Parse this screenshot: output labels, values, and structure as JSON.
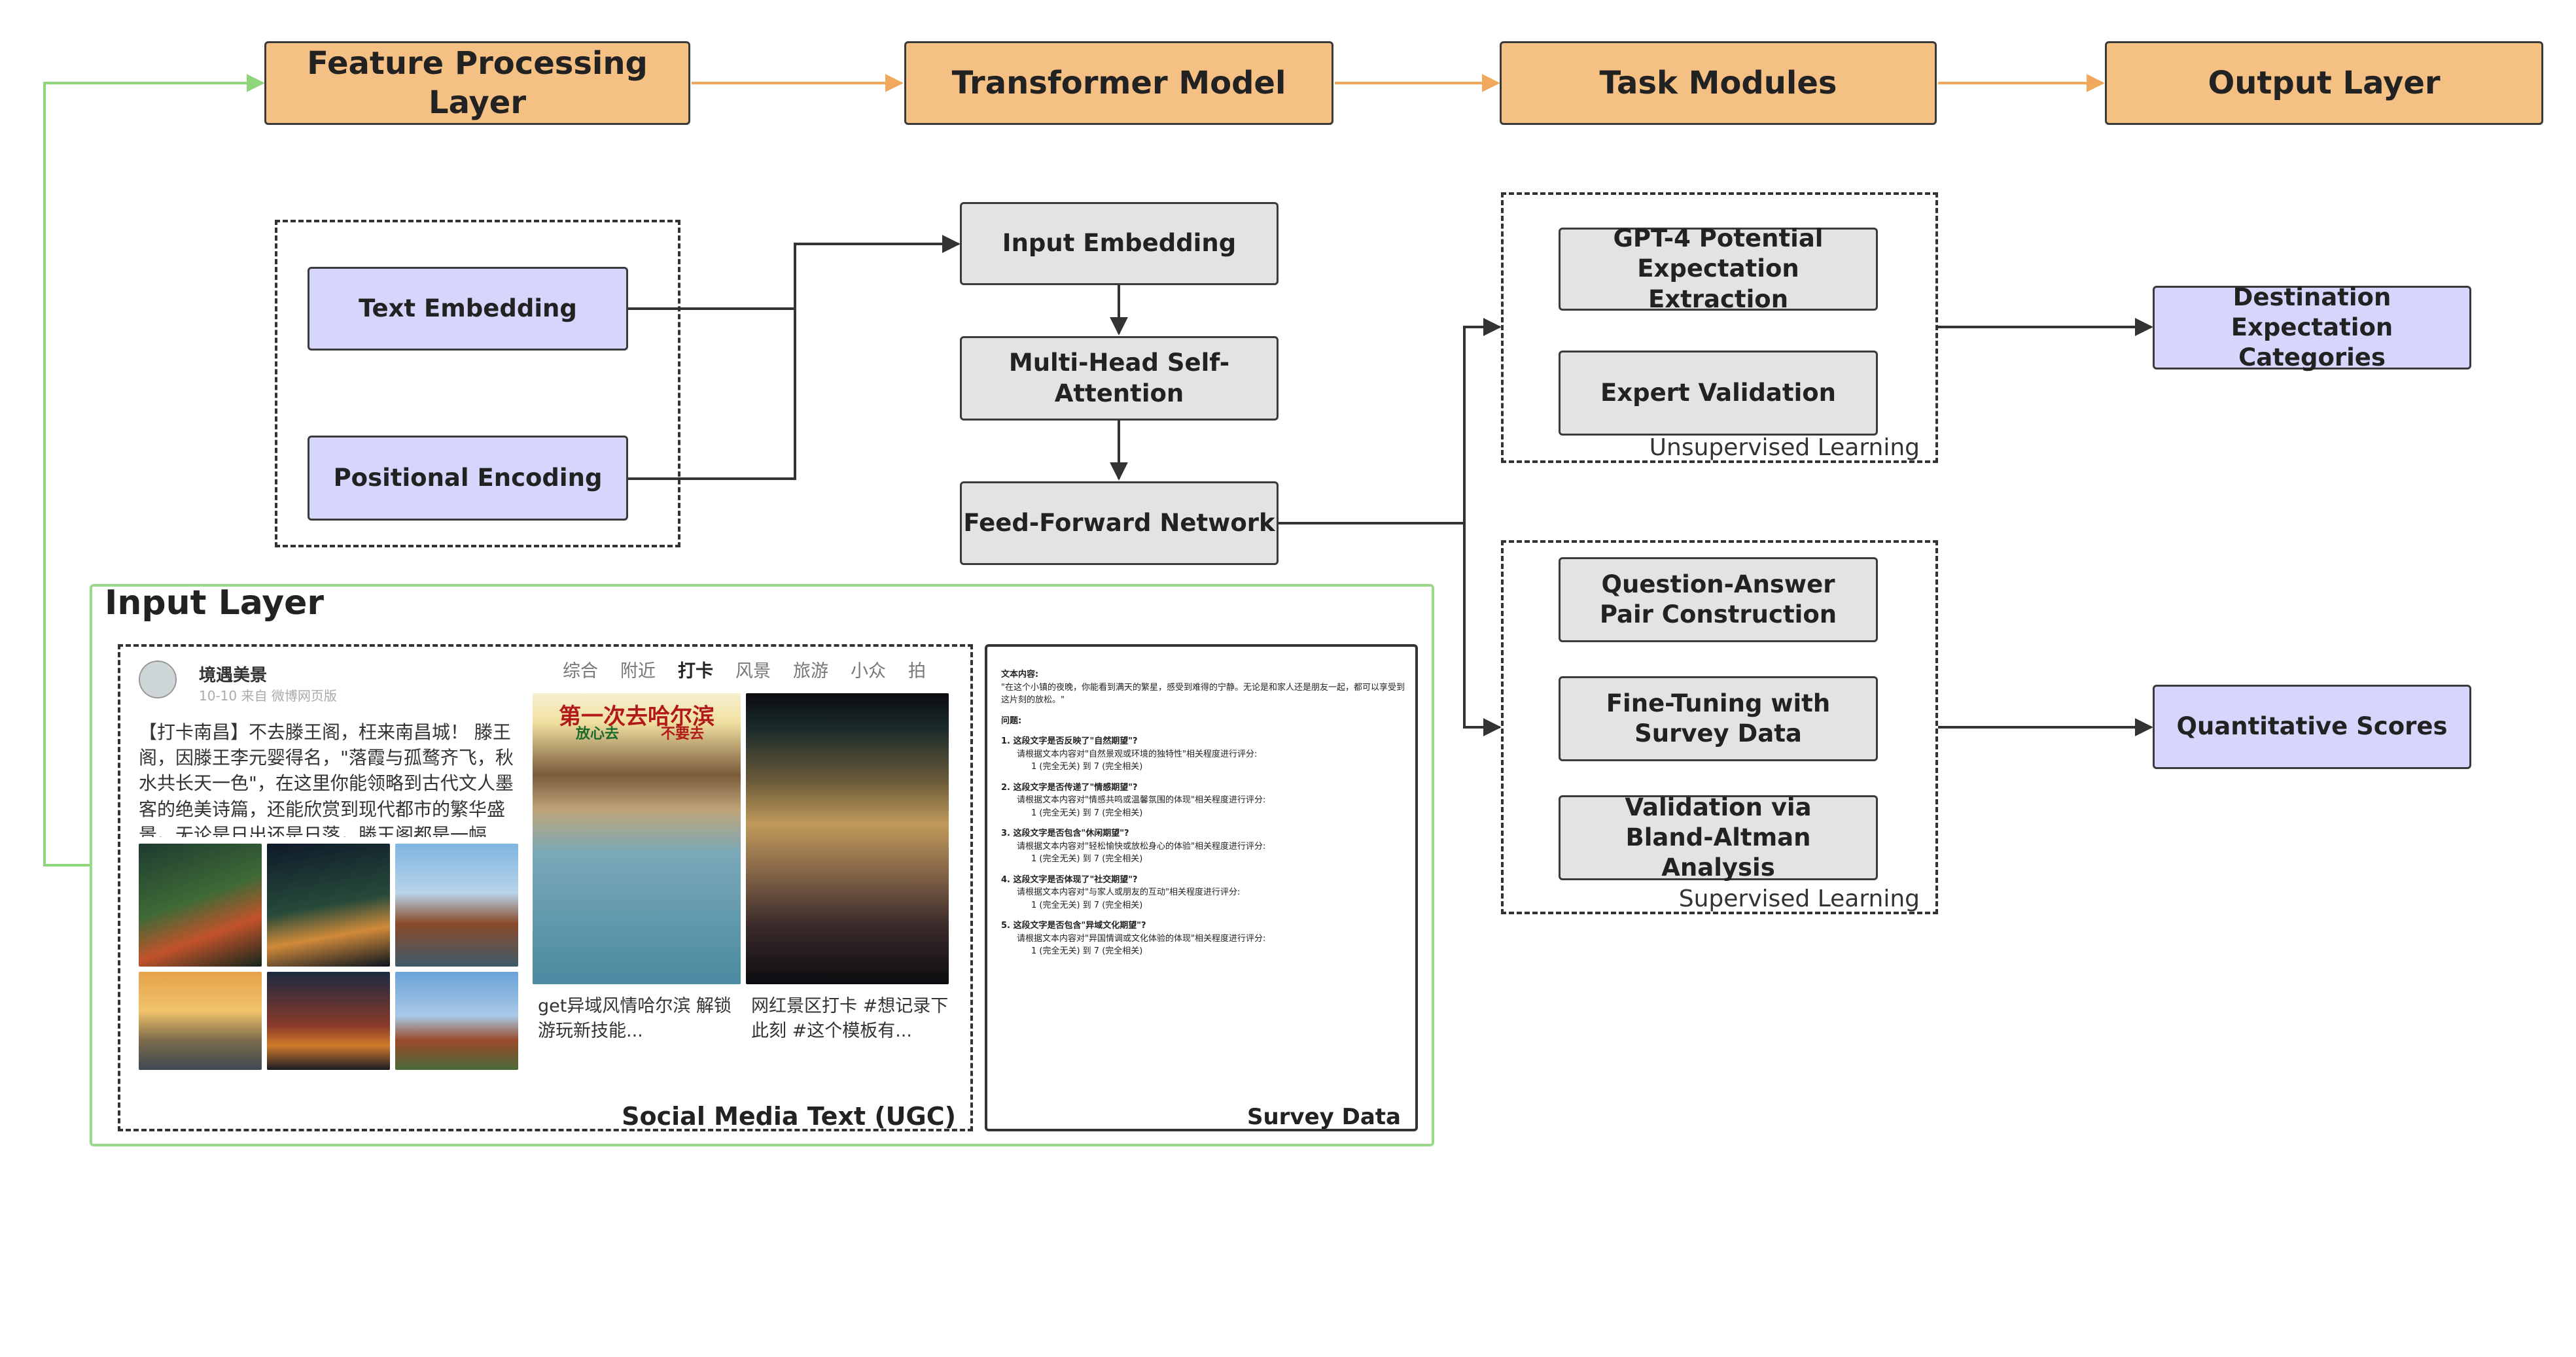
{
  "layers": {
    "feature": "Feature Processing Layer",
    "transformer": "Transformer Model",
    "task": "Task Modules",
    "output": "Output Layer"
  },
  "feature": {
    "text_embedding": "Text Embedding",
    "positional_encoding": "Positional Encoding"
  },
  "transformer": {
    "input_embedding": "Input Embedding",
    "multi_head": "Multi-Head Self-Attention",
    "ffn": "Feed-Forward Network"
  },
  "task": {
    "unsupervised": {
      "label": "Unsupervised Learning",
      "items": [
        "GPT-4 Potential Expectation Extraction",
        "Expert Validation"
      ]
    },
    "supervised": {
      "label": "Supervised Learning",
      "items": [
        "Question-Answer Pair Construction",
        "Fine-Tuning with Survey Data",
        "Validation via Bland-Altman Analysis"
      ]
    }
  },
  "output": {
    "categories": "Destination Expectation Categories",
    "scores": "Quantitative Scores"
  },
  "input_layer": {
    "title": "Input Layer",
    "ugc_label": "Social Media Text (UGC)",
    "survey_label": "Survey Data",
    "ugc": {
      "user": "境遇美景",
      "meta": "10-10 来自 微博网页版",
      "post": "【打卡南昌】不去滕王阁，枉来南昌城！ 滕王阁，因滕王李元婴得名，\"落霞与孤鹜齐飞，秋水共长天一色\"，在这里你能领略到古代文人墨客的绝美诗篇，还能欣赏到现代都市的繁华盛景。无论是日出还是日落，滕王阁都是一幅... 全文",
      "tabs": [
        "综合",
        "附近",
        "打卡",
        "风景",
        "旅游",
        "小众",
        "拍"
      ],
      "active_tab": "打卡",
      "card1_title": "第一次去哈尔滨",
      "card1_yes": "放心去",
      "card1_no": "不要去",
      "card1_caption": "get异域风情哈尔滨 解锁游玩新技能...",
      "card2_caption": "网红景区打卡 #想记录下此刻 #这个模板有..."
    },
    "survey": {
      "lines": [
        "文本内容:",
        "\"在这个小镇的夜晚，你能看到满天的繁星，感受到难得的宁静。无论是和家人还是朋友一起，都可以享受到这片刻的放松。\"",
        "问题:",
        "1. 这段文字是否反映了\"自然期望\"?",
        "请根据文本内容对\"自然景观或环境的独特性\"相关程度进行评分:",
        "1 (完全无关) 到 7 (完全相关)",
        "2. 这段文字是否传递了\"情感期望\"?",
        "请根据文本内容对\"情感共鸣或温馨氛围的体现\"相关程度进行评分:",
        "1 (完全无关) 到 7 (完全相关)",
        "3. 这段文字是否包含\"休闲期望\"?",
        "请根据文本内容对\"轻松愉快或放松身心的体验\"相关程度进行评分:",
        "1 (完全无关) 到 7 (完全相关)",
        "4. 这段文字是否体现了\"社交期望\"?",
        "请根据文本内容对\"与家人或朋友的互动\"相关程度进行评分:",
        "1 (完全无关) 到 7 (完全相关)",
        "5. 这段文字是否包含\"异域文化期望\"?",
        "请根据文本内容对\"异国情调或文化体验的体现\"相关程度进行评分:",
        "1 (完全无关) 到 7 (完全相关)"
      ]
    }
  },
  "colors": {
    "header_fill": "#f5c084",
    "gray_fill": "#e3e3e3",
    "blue_fill": "#d6d5fb",
    "orange_arrow": "#f0a85a",
    "green_arrow": "#8fd67a",
    "dark_arrow": "#333333"
  }
}
